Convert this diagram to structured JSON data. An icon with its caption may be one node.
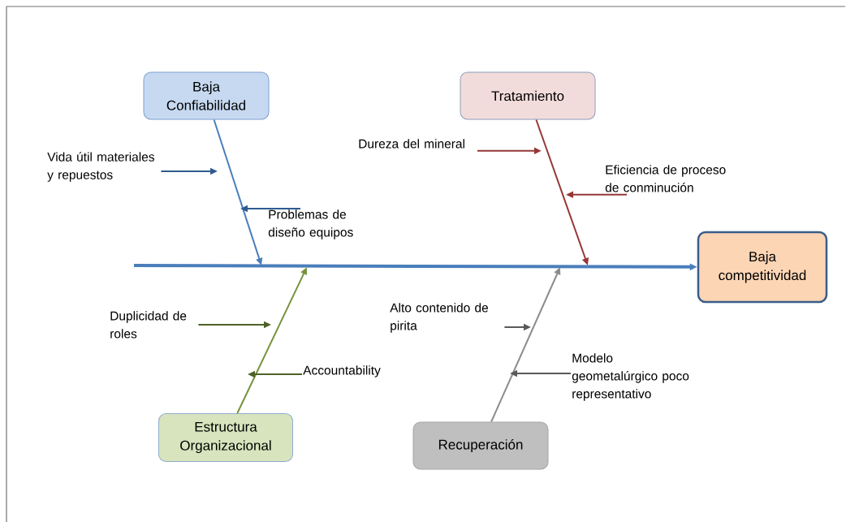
{
  "diagram": {
    "nodes": [
      {
        "text": [
          "Baja Confiabilidad"
        ]
      },
      {
        "text": [
          "Tratamiento"
        ]
      },
      {
        "text": [
          "Baja competitividad"
        ]
      },
      {
        "text": [
          "Estructura Organizacional"
        ]
      },
      {
        "text": [
          "Recuperación"
        ]
      },
      {
        "text": [
          "Vida útil materiales y repuestos"
        ]
      },
      {
        "text": [
          "Problemas de diseño equipos"
        ]
      },
      {
        "text": [
          "Dureza del mineral"
        ]
      },
      {
        "text": [
          "Eficiencia de proceso de conminución"
        ]
      },
      {
        "text": [
          "Duplicidad de roles"
        ]
      },
      {
        "text": [
          "Accountability"
        ]
      },
      {
        "text": [
          "Alto contenido de pirita"
        ]
      },
      {
        "text": [
          "Modelo geometalúrgico poco representativo"
        ]
      }
    ],
    "edges": [
      {
        "from": null,
        "to": 2,
        "arrow": "to",
        "style": "thick",
        "color": "#4a7ebb"
      },
      {
        "from": 0,
        "to": null,
        "arrow": "to",
        "color": "#4a7ebb"
      },
      {
        "from": 1,
        "to": null,
        "arrow": "to",
        "color": "#953735"
      },
      {
        "from": 3,
        "to": null,
        "arrow": "to",
        "color": "#77933c"
      },
      {
        "from": 4,
        "to": null,
        "arrow": "to",
        "color": "#8c8c8c"
      },
      {
        "from": 5,
        "to": null,
        "arrow": "to",
        "color": "#2f5b8f"
      },
      {
        "from": 6,
        "to": null,
        "arrow": "to",
        "color": "#2f5b8f"
      },
      {
        "from": 7,
        "to": null,
        "arrow": "to",
        "color": "#953735"
      },
      {
        "from": 8,
        "to": null,
        "arrow": "to",
        "color": "#953735"
      },
      {
        "from": 9,
        "to": null,
        "arrow": "to",
        "color": "#4f6228"
      },
      {
        "from": 10,
        "to": null,
        "arrow": "to",
        "color": "#4f6228"
      },
      {
        "from": 11,
        "to": null,
        "arrow": "to",
        "color": "#595959"
      },
      {
        "from": 12,
        "to": null,
        "arrow": "to",
        "color": "#595959"
      }
    ]
  }
}
